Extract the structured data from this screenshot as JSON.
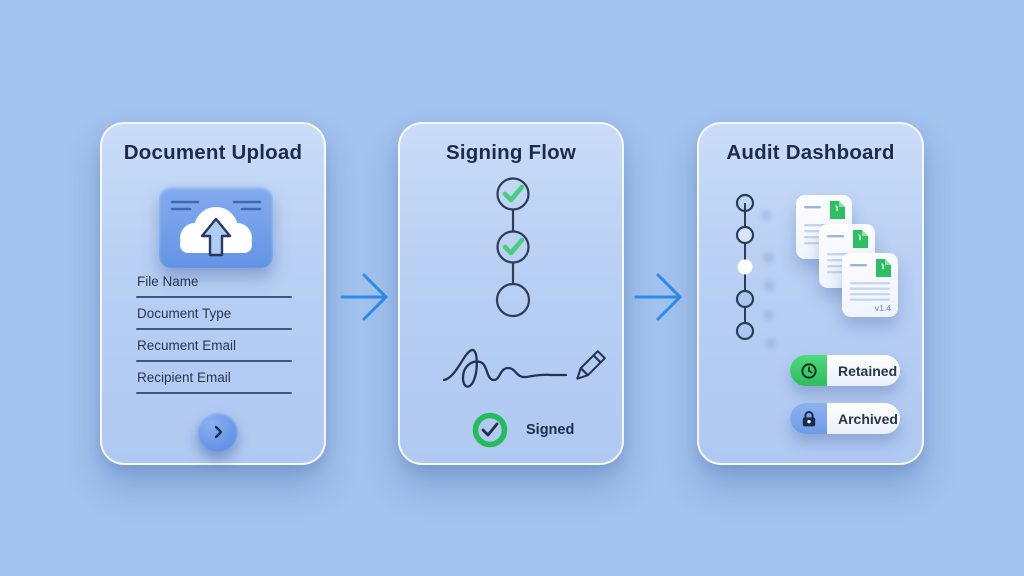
{
  "background": "#a2c3ee",
  "colors": {
    "card_fill_top": "#cadcf8",
    "card_fill_bottom": "#b0c9f2",
    "card_border": "#ffffff",
    "navy_text": "#1d2c4b",
    "arrow_blue": "#2e8aec",
    "upload_panel_blue": "#6d9be8",
    "button_blue": "#6f9ee9",
    "check_green": "#47cd7b",
    "ring_green": "#23bc5a",
    "badge_green": "#3bcd6d",
    "badge_blue": "#7ba7eb",
    "doc_line_blue": "#c6d6f0"
  },
  "cards": [
    {
      "title": "Document Upload",
      "icon": "cloud-upload-icon",
      "fields": [
        {
          "label": "File Name"
        },
        {
          "label": "Document Type"
        },
        {
          "label": "Recument Email"
        },
        {
          "label": "Recipient Email"
        }
      ],
      "next_button_icon": "chevron-right-icon"
    },
    {
      "title": "Signing Flow",
      "steps": [
        {
          "state": "complete",
          "icon": "check-icon"
        },
        {
          "state": "complete",
          "icon": "check-icon"
        },
        {
          "state": "pending",
          "icon": "empty-circle-icon"
        }
      ],
      "signature_icon": "signature-scribble-icon",
      "pen_icon": "pen-icon",
      "status": {
        "label": "Signed",
        "icon": "check-ring-icon"
      }
    },
    {
      "title": "Audit Dashboard",
      "timeline": {
        "steps": 5,
        "icon": "timeline-dots-icon"
      },
      "documents": [
        {
          "icon": "green-file-icon"
        },
        {
          "icon": "green-file-icon"
        },
        {
          "icon": "green-file-icon",
          "version_label": "v1.4"
        }
      ],
      "badges": [
        {
          "label": "Retained",
          "icon": "clock-icon"
        },
        {
          "label": "Archived",
          "icon": "lock-icon"
        }
      ]
    }
  ]
}
